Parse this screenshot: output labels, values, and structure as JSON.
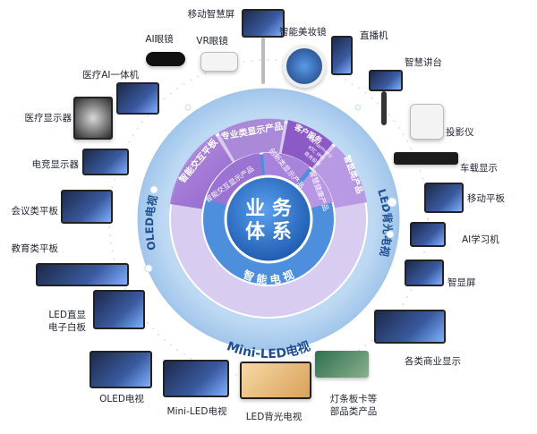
{
  "center": {
    "line1": "业 务",
    "line2": "体 系"
  },
  "rings": {
    "inner": {
      "left": "智能交互显示产品",
      "middle": "创新类显示产品",
      "right": "智慧健康产品",
      "bottom_arc": "智 能 电 视"
    },
    "middle": {
      "left_top": "智能交互平板",
      "top": "专业类显示产品",
      "top_right": "客户服务",
      "small_tags": [
        "鸿蒙Harmony",
        "KTC IPO",
        "商务投影"
      ],
      "right": "智显类产品",
      "left": "OLED电视",
      "right_lower": "LED背光电视",
      "bottom": "Mini-LED电视"
    }
  },
  "devices": {
    "top": [
      {
        "key": "mobile_smart_screen",
        "label": "移动智慧屏"
      },
      {
        "key": "ai_glasses",
        "label": "AI眼镜"
      },
      {
        "key": "vr_glasses",
        "label": "VR眼镜"
      },
      {
        "key": "smart_mirror",
        "label": "智能美妆镜"
      },
      {
        "key": "live_stream",
        "label": "直播机"
      },
      {
        "key": "smart_podium",
        "label": "智慧讲台"
      }
    ],
    "left": [
      {
        "key": "medical_ai",
        "label": "医疗AI一体机"
      },
      {
        "key": "medical_display",
        "label": "医疗显示器"
      },
      {
        "key": "gaming_display",
        "label": "电竞显示器"
      },
      {
        "key": "meeting_tablet",
        "label": "会议类平板"
      },
      {
        "key": "edu_tablet",
        "label": "教育类平板"
      },
      {
        "key": "led_whiteboard_1",
        "label": "LED直显"
      },
      {
        "key": "led_whiteboard_2",
        "label": "电子白板"
      }
    ],
    "right": [
      {
        "key": "projector",
        "label": "投影仪"
      },
      {
        "key": "car_display",
        "label": "车载显示"
      },
      {
        "key": "mobile_tablet",
        "label": "移动平板"
      },
      {
        "key": "ai_learning",
        "label": "AI学习机"
      },
      {
        "key": "smart_screen",
        "label": "智显屏"
      },
      {
        "key": "commercial",
        "label": "各类商业显示"
      }
    ],
    "bottom": [
      {
        "key": "oled_tv",
        "label": "OLED电视"
      },
      {
        "key": "miniled_tv",
        "label": "Mini-LED电视"
      },
      {
        "key": "led_backlight_tv",
        "label": "LED背光电视"
      },
      {
        "key": "light_bar_1",
        "label": "灯条板卡等"
      },
      {
        "key": "light_bar_2",
        "label": "部品类产品"
      }
    ]
  },
  "colors": {
    "inner_disc": "#2f6fc4",
    "inner_ring": "#3a86d6",
    "middle_ring": "#c9b7ea",
    "purple_segment": "#8e5fc9",
    "outer_ring": "#a9cdef",
    "outer_ring_text": "#1e4f91"
  }
}
